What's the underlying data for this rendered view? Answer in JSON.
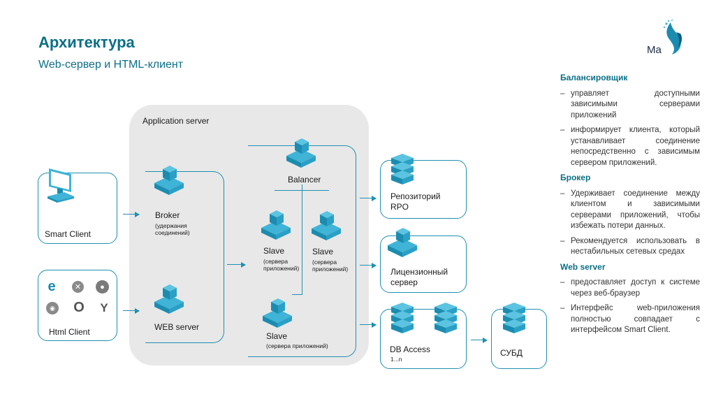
{
  "header": {
    "title": "Архитектура",
    "subtitle": "Web-сервер и HTML-клиент",
    "logo_text": "Ma"
  },
  "diagram": {
    "app_server_label": "Application server",
    "smart_client": "Smart Client",
    "html_client": "Html Client",
    "broker": "Broker",
    "broker_note": "(удержания соединений)",
    "web_server": "WEB server",
    "balancer": "Balancer",
    "slave1": "Slave",
    "slave1_note": "(сервера приложений)",
    "slave2": "Slave",
    "slave2_note": "(сервера приложений)",
    "slave3": "Slave",
    "slave3_note": "(сервера приложений)",
    "repo": "Репозиторий RPO",
    "license": "Лицензионный сервер",
    "db_access": "DB Access",
    "db_access_note": "1...n",
    "dbms": "СУБД",
    "browsers": [
      "edge-icon",
      "safari-icon",
      "firefox-icon",
      "chrome-icon",
      "opera-icon",
      "yandex-icon"
    ]
  },
  "sidebar": {
    "sections": [
      {
        "heading": "Балансировщик",
        "items": [
          "управляет доступными зависимыми серверами приложений",
          "информирует клиента, который устанавливает соединение непосредственно с зависимым сервером приложений."
        ]
      },
      {
        "heading": "Брокер",
        "items": [
          "Удерживает соединение между клиентом и зависимыми серверами приложений, чтобы избежать потери данных.",
          "Рекомендуется использовать в нестабильных сетевых средах"
        ]
      },
      {
        "heading": "Web server",
        "items": [
          "предоставляет доступ к системе через веб-браузер",
          "Интерфейс web-приложения полностью совпадает с интерфейсом Smart Client."
        ]
      }
    ]
  },
  "colors": {
    "accent": "#0b6f86",
    "line": "#1f8fb0",
    "icon_light": "#3fb4d6",
    "icon_dark": "#1b8cb0"
  }
}
